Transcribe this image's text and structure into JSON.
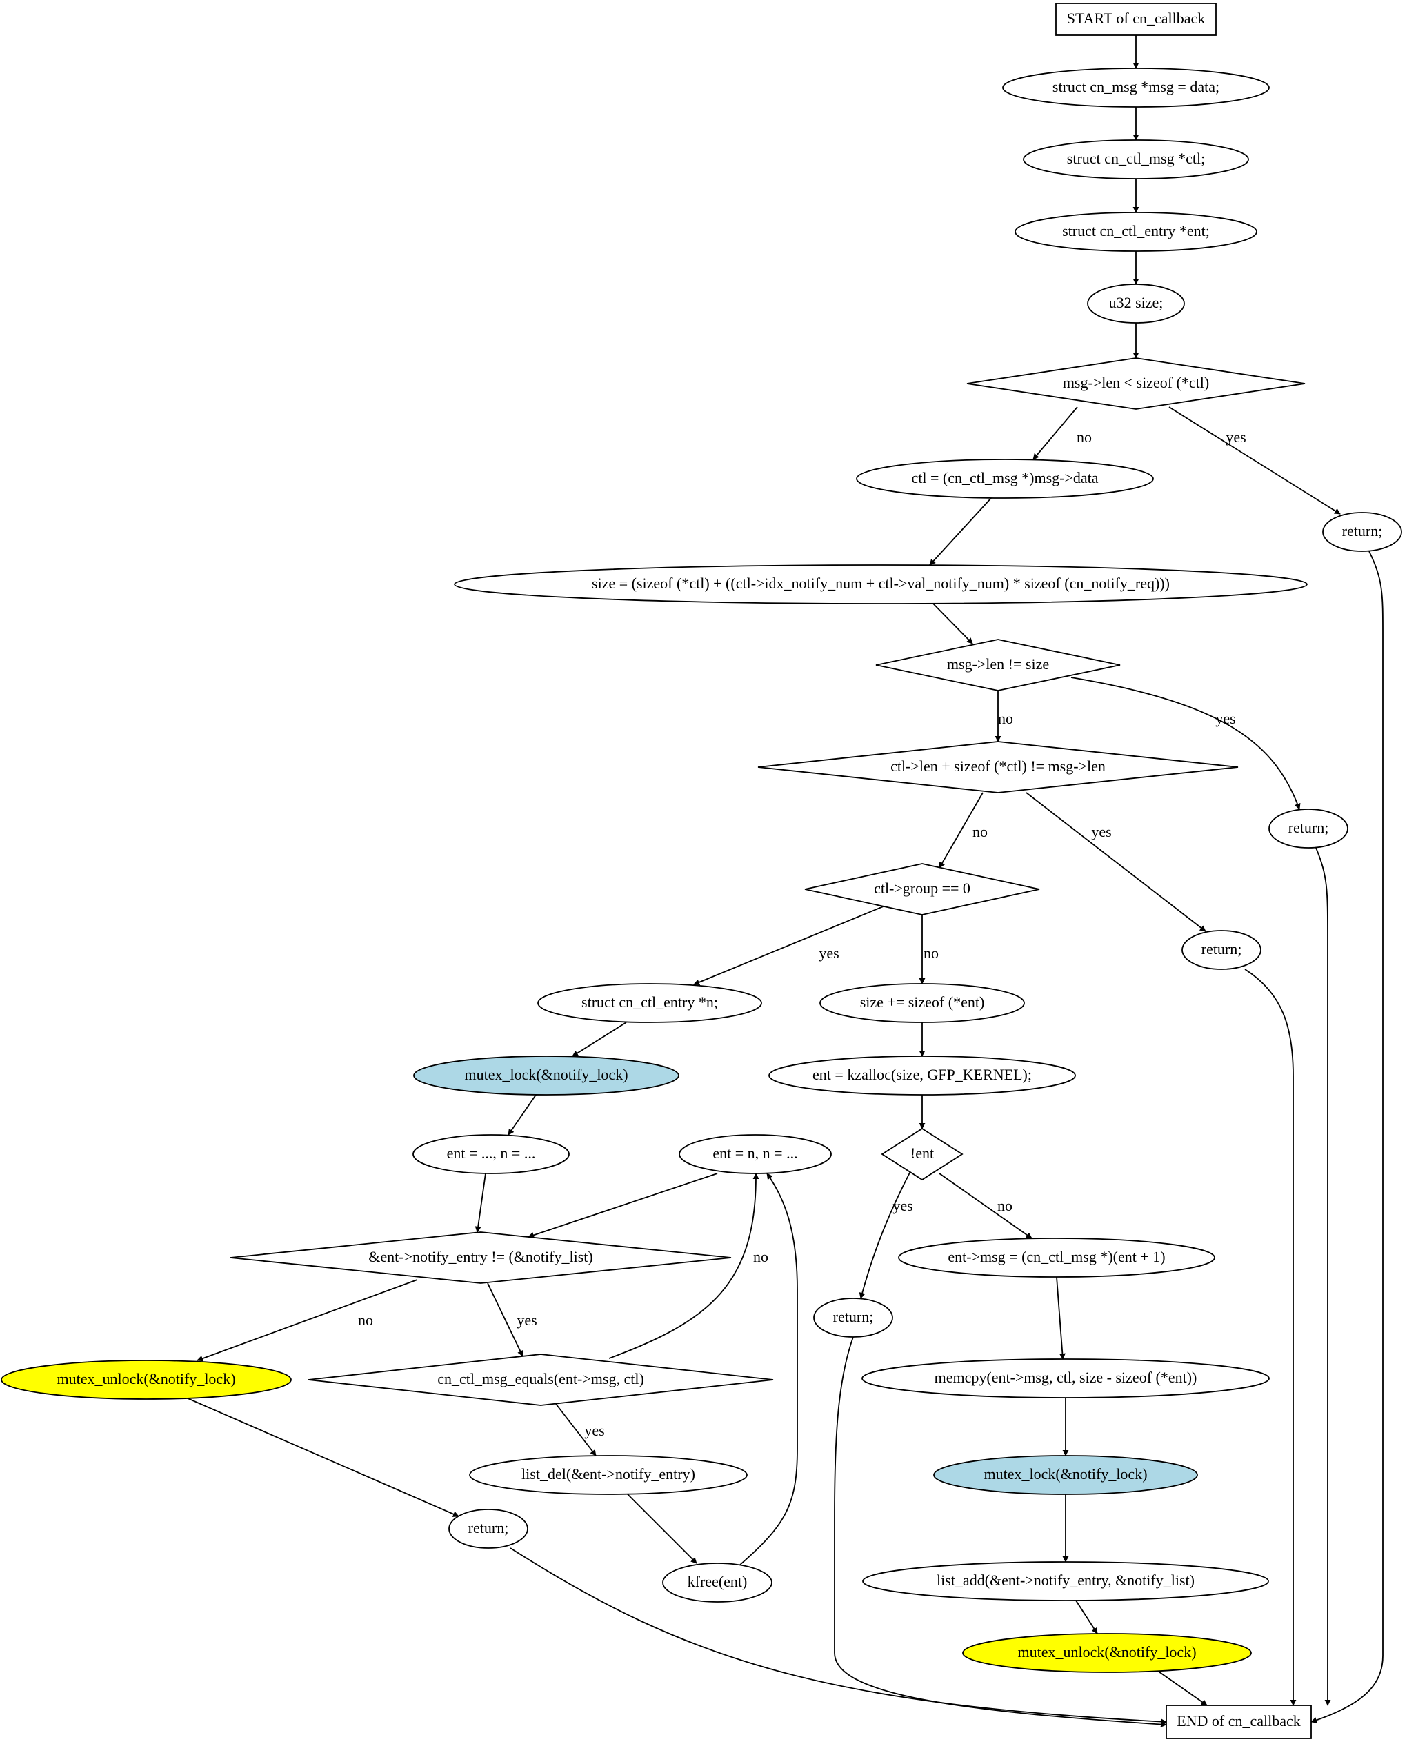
{
  "colors": {
    "default_fill": "#ffffff",
    "lock_fill": "#add8e6",
    "unlock_fill": "#ffff00",
    "stroke": "#000000"
  },
  "nodes": {
    "start": {
      "label": "START of cn_callback",
      "shape": "box"
    },
    "decl_msg": {
      "label": "struct cn_msg *msg = data;",
      "shape": "ellipse"
    },
    "decl_ctl": {
      "label": "struct cn_ctl_msg *ctl;",
      "shape": "ellipse"
    },
    "decl_ent": {
      "label": "struct cn_ctl_entry *ent;",
      "shape": "ellipse"
    },
    "decl_size": {
      "label": "u32 size;",
      "shape": "ellipse"
    },
    "cond_len": {
      "label": "msg->len < sizeof (*ctl)",
      "shape": "diamond"
    },
    "ret_1": {
      "label": "return;",
      "shape": "ellipse"
    },
    "assign_ctl": {
      "label": "ctl = (cn_ctl_msg *)msg->data",
      "shape": "ellipse"
    },
    "assign_size": {
      "label": "size = (sizeof (*ctl) + ((ctl->idx_notify_num + ctl->val_notify_num) * sizeof (cn_notify_req)))",
      "shape": "ellipse"
    },
    "cond_size": {
      "label": "msg->len != size",
      "shape": "diamond"
    },
    "ret_2": {
      "label": "return;",
      "shape": "ellipse"
    },
    "cond_ctl_len": {
      "label": "ctl->len + sizeof (*ctl) != msg->len",
      "shape": "diamond"
    },
    "ret_3": {
      "label": "return;",
      "shape": "ellipse"
    },
    "cond_group": {
      "label": "ctl->group == 0",
      "shape": "diamond"
    },
    "decl_n": {
      "label": "struct cn_ctl_entry *n;",
      "shape": "ellipse"
    },
    "lock_1": {
      "label": "mutex_lock(&notify_lock)",
      "shape": "ellipse",
      "fill": "lock"
    },
    "init_loop": {
      "label": "ent = ..., n = ...",
      "shape": "ellipse"
    },
    "cond_loop": {
      "label": "&ent->notify_entry != (&notify_list)",
      "shape": "diamond"
    },
    "unlock_1": {
      "label": "mutex_unlock(&notify_lock)",
      "shape": "ellipse",
      "fill": "unlock"
    },
    "ret_4": {
      "label": "return;",
      "shape": "ellipse"
    },
    "cond_equals": {
      "label": "cn_ctl_msg_equals(ent->msg, ctl)",
      "shape": "diamond"
    },
    "list_del": {
      "label": "list_del(&ent->notify_entry)",
      "shape": "ellipse"
    },
    "kfree": {
      "label": "kfree(ent)",
      "shape": "ellipse"
    },
    "step_loop": {
      "label": "ent = n, n = ...",
      "shape": "ellipse"
    },
    "size_add": {
      "label": "size += sizeof (*ent)",
      "shape": "ellipse"
    },
    "kzalloc": {
      "label": "ent = kzalloc(size, GFP_KERNEL);",
      "shape": "ellipse"
    },
    "cond_ent": {
      "label": "!ent",
      "shape": "diamond"
    },
    "ret_5": {
      "label": "return;",
      "shape": "ellipse"
    },
    "assign_msg": {
      "label": "ent->msg = (cn_ctl_msg *)(ent + 1)",
      "shape": "ellipse"
    },
    "memcpy": {
      "label": "memcpy(ent->msg, ctl, size - sizeof (*ent))",
      "shape": "ellipse"
    },
    "lock_2": {
      "label": "mutex_lock(&notify_lock)",
      "shape": "ellipse",
      "fill": "lock"
    },
    "list_add": {
      "label": "list_add(&ent->notify_entry, &notify_list)",
      "shape": "ellipse"
    },
    "unlock_2": {
      "label": "mutex_unlock(&notify_lock)",
      "shape": "ellipse",
      "fill": "unlock"
    },
    "end": {
      "label": "END of cn_callback",
      "shape": "box"
    }
  },
  "edges": [
    {
      "from": "start",
      "to": "decl_msg",
      "label": ""
    },
    {
      "from": "decl_msg",
      "to": "decl_ctl",
      "label": ""
    },
    {
      "from": "decl_ctl",
      "to": "decl_ent",
      "label": ""
    },
    {
      "from": "decl_ent",
      "to": "decl_size",
      "label": ""
    },
    {
      "from": "decl_size",
      "to": "cond_len",
      "label": ""
    },
    {
      "from": "cond_len",
      "to": "assign_ctl",
      "label": "no"
    },
    {
      "from": "cond_len",
      "to": "ret_1",
      "label": "yes"
    },
    {
      "from": "assign_ctl",
      "to": "assign_size",
      "label": ""
    },
    {
      "from": "assign_size",
      "to": "cond_size",
      "label": ""
    },
    {
      "from": "cond_size",
      "to": "cond_ctl_len",
      "label": "no"
    },
    {
      "from": "cond_size",
      "to": "ret_2",
      "label": "yes"
    },
    {
      "from": "cond_ctl_len",
      "to": "cond_group",
      "label": "no"
    },
    {
      "from": "cond_ctl_len",
      "to": "ret_3",
      "label": "yes"
    },
    {
      "from": "cond_group",
      "to": "decl_n",
      "label": "yes"
    },
    {
      "from": "cond_group",
      "to": "size_add",
      "label": "no"
    },
    {
      "from": "decl_n",
      "to": "lock_1",
      "label": ""
    },
    {
      "from": "lock_1",
      "to": "init_loop",
      "label": ""
    },
    {
      "from": "init_loop",
      "to": "cond_loop",
      "label": ""
    },
    {
      "from": "step_loop",
      "to": "cond_loop",
      "label": ""
    },
    {
      "from": "cond_loop",
      "to": "unlock_1",
      "label": "no"
    },
    {
      "from": "cond_loop",
      "to": "cond_equals",
      "label": "yes"
    },
    {
      "from": "cond_equals",
      "to": "step_loop",
      "label": "no"
    },
    {
      "from": "cond_equals",
      "to": "list_del",
      "label": "yes"
    },
    {
      "from": "list_del",
      "to": "kfree",
      "label": ""
    },
    {
      "from": "kfree",
      "to": "step_loop",
      "label": ""
    },
    {
      "from": "unlock_1",
      "to": "ret_4",
      "label": ""
    },
    {
      "from": "size_add",
      "to": "kzalloc",
      "label": ""
    },
    {
      "from": "kzalloc",
      "to": "cond_ent",
      "label": ""
    },
    {
      "from": "cond_ent",
      "to": "ret_5",
      "label": "yes"
    },
    {
      "from": "cond_ent",
      "to": "assign_msg",
      "label": "no"
    },
    {
      "from": "assign_msg",
      "to": "memcpy",
      "label": ""
    },
    {
      "from": "memcpy",
      "to": "lock_2",
      "label": ""
    },
    {
      "from": "lock_2",
      "to": "list_add",
      "label": ""
    },
    {
      "from": "list_add",
      "to": "unlock_2",
      "label": ""
    },
    {
      "from": "unlock_2",
      "to": "end",
      "label": ""
    },
    {
      "from": "ret_1",
      "to": "end",
      "label": ""
    },
    {
      "from": "ret_2",
      "to": "end",
      "label": ""
    },
    {
      "from": "ret_3",
      "to": "end",
      "label": ""
    },
    {
      "from": "ret_4",
      "to": "end",
      "label": ""
    },
    {
      "from": "ret_5",
      "to": "end",
      "label": ""
    }
  ]
}
